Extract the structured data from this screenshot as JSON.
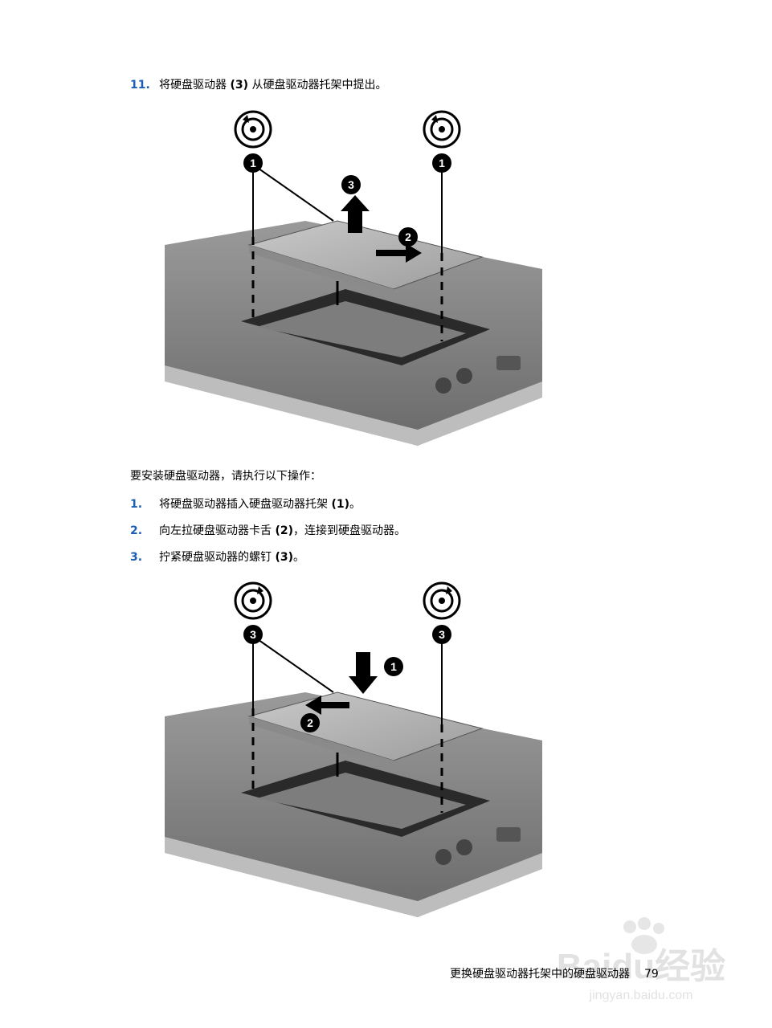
{
  "step11": {
    "num": "11.",
    "before": "将硬盘驱动器 ",
    "bold": "(3)",
    "after": " 从硬盘驱动器托架中提出。"
  },
  "figure1": {
    "callouts": [
      "1",
      "1",
      "2",
      "3"
    ]
  },
  "intro": "要安装硬盘驱动器，请执行以下操作：",
  "steps": [
    {
      "num": "1.",
      "before": "将硬盘驱动器插入硬盘驱动器托架 ",
      "bold": "(1)",
      "after": "。"
    },
    {
      "num": "2.",
      "before": "向左拉硬盘驱动器卡舌 ",
      "bold": "(2)",
      "after": "，连接到硬盘驱动器。"
    },
    {
      "num": "3.",
      "before": "拧紧硬盘驱动器的螺钉 ",
      "bold": "(3)",
      "after": "。"
    }
  ],
  "figure2": {
    "callouts": [
      "3",
      "3",
      "1",
      "2"
    ]
  },
  "footer": {
    "title": "更换硬盘驱动器托架中的硬盘驱动器",
    "page": "79"
  },
  "watermark": {
    "text": "Baidu经验",
    "sub": "jingyan.baidu.com"
  }
}
